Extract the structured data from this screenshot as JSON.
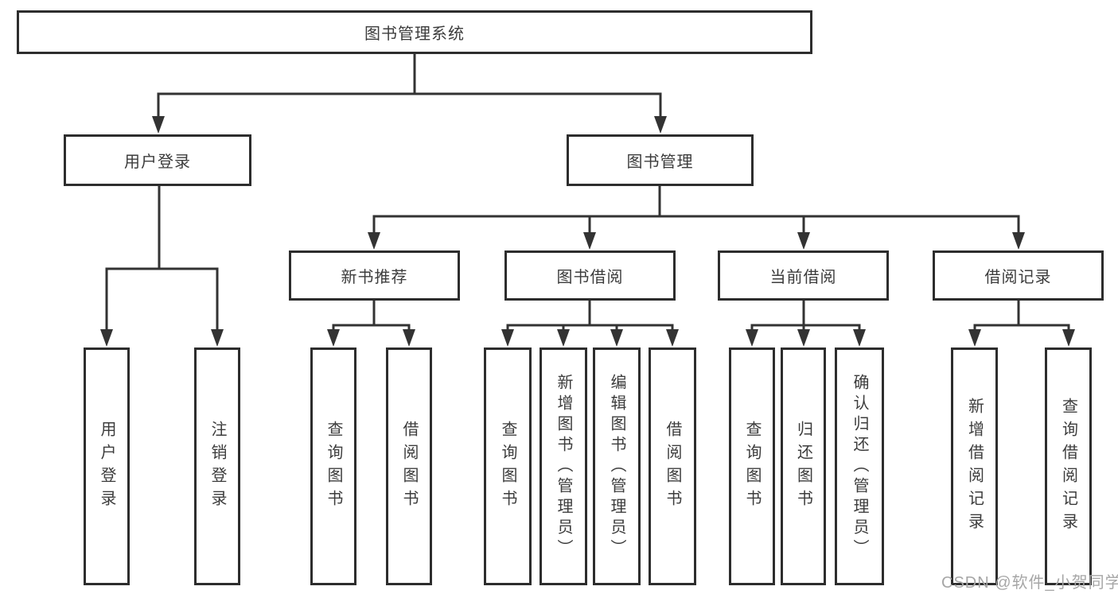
{
  "diagram": {
    "root": {
      "label": "图书管理系统"
    },
    "branches": [
      {
        "label": "用户登录",
        "children": [
          {
            "label": "用户登录"
          },
          {
            "label": "注销登录"
          }
        ]
      },
      {
        "label": "图书管理",
        "children": [
          {
            "label": "新书推荐",
            "children": [
              {
                "label": "查询图书"
              },
              {
                "label": "借阅图书"
              }
            ]
          },
          {
            "label": "图书借阅",
            "children": [
              {
                "label": "查询图书"
              },
              {
                "label": "新增图书（管理员）"
              },
              {
                "label": "编辑图书（管理员）"
              },
              {
                "label": "借阅图书"
              }
            ]
          },
          {
            "label": "当前借阅",
            "children": [
              {
                "label": "查询图书"
              },
              {
                "label": "归还图书"
              },
              {
                "label": "确认归还（管理员）"
              }
            ]
          },
          {
            "label": "借阅记录",
            "children": [
              {
                "label": "新增借阅记录"
              },
              {
                "label": "查询借阅记录"
              }
            ]
          }
        ]
      }
    ]
  },
  "watermark": {
    "text": "CSDN @软件_小贺同学"
  },
  "colors": {
    "line": "#333333",
    "box_border": "#2d2d2d",
    "text": "#3c3c3c",
    "watermark": "#a6a6a6",
    "background": "#ffffff"
  }
}
